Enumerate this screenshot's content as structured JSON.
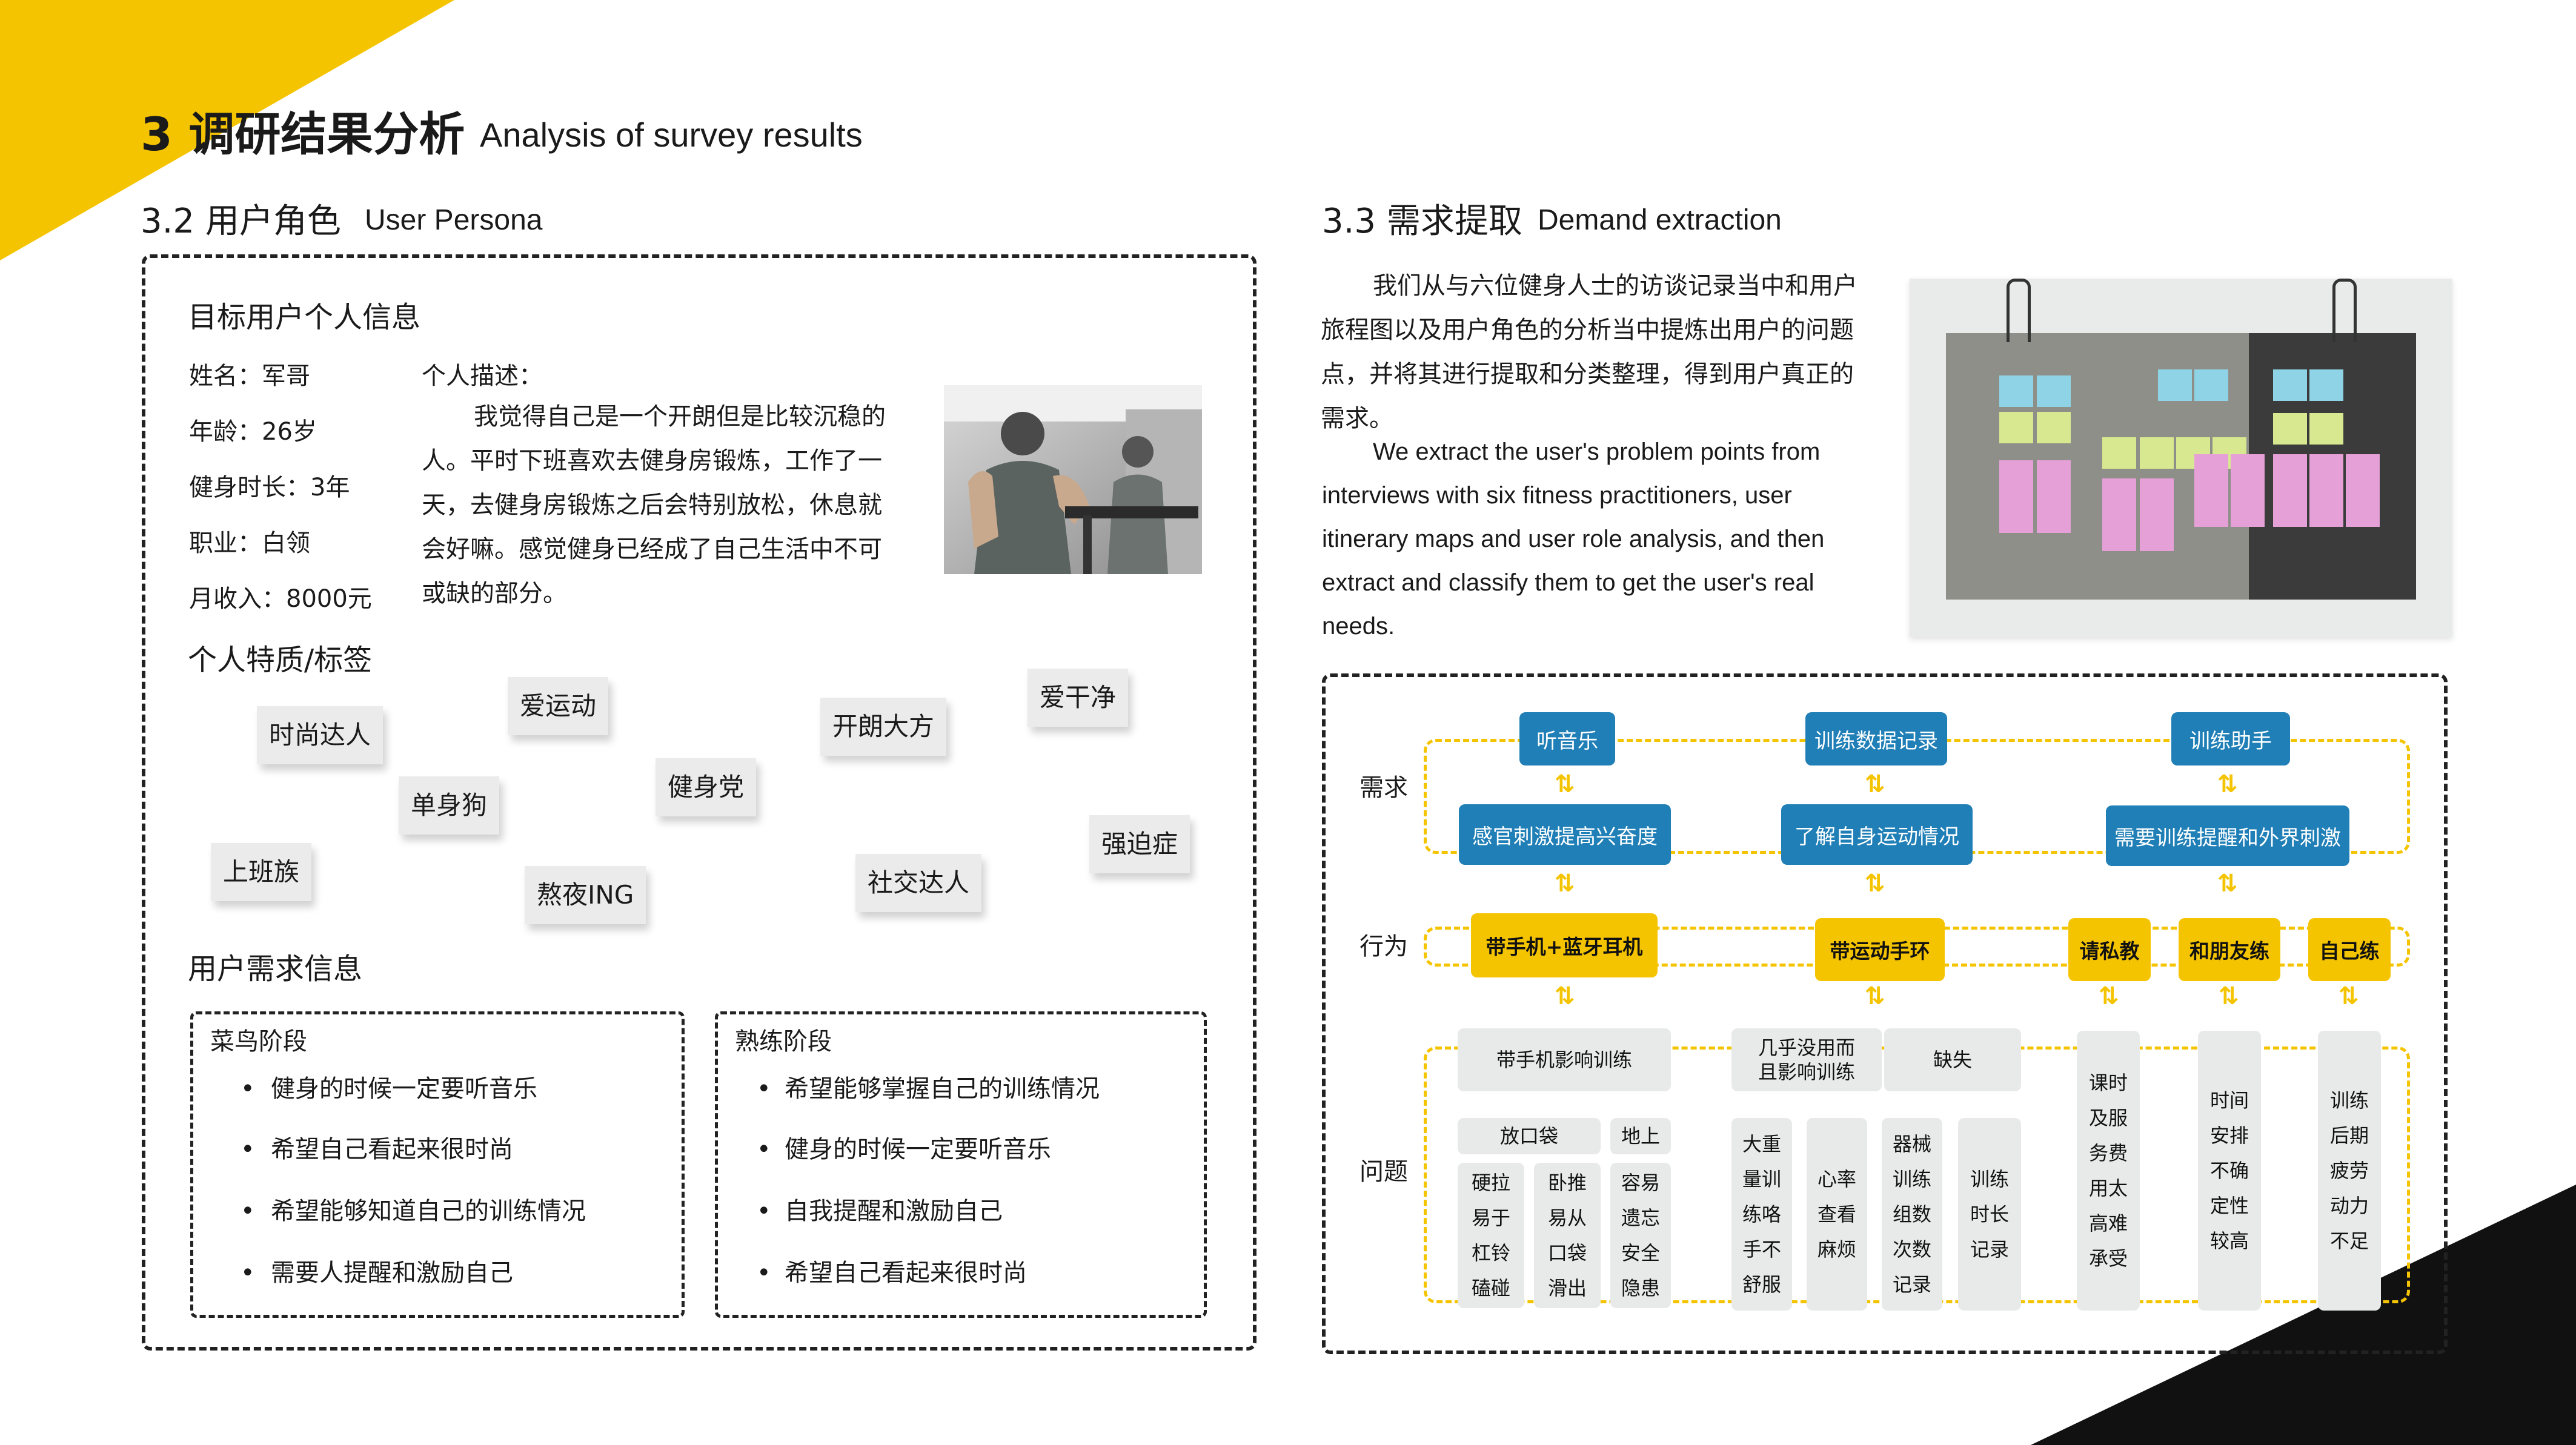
{
  "header": {
    "title_cn": "3 调研结果分析",
    "title_en": "Analysis of survey results"
  },
  "persona": {
    "title_cn": "3.2 用户角色",
    "title_en": "User Persona",
    "info_heading": "目标用户个人信息",
    "fields": [
      "姓名：军哥",
      "年龄：26岁",
      "健身时长：3年",
      "职业：白领",
      "月收入：8000元"
    ],
    "desc_label": "个人描述：",
    "desc_lines": [
      "我觉得自己是一个开朗但是比较沉稳的",
      "人。平时下班喜欢去健身房锻炼，工作了一",
      "天，去健身房锻炼之后会特别放松，休息就",
      "会好嘛。感觉健身已经成了自己生活中不可",
      "或缺的部分。"
    ],
    "traits_heading": "个人特质/标签",
    "tags": [
      "时尚达人",
      "爱运动",
      "开朗大方",
      "爱干净",
      "单身狗",
      "健身党",
      "强迫症",
      "上班族",
      "熬夜ING",
      "社交达人"
    ],
    "needs_heading": "用户需求信息",
    "stages": [
      {
        "title": "菜鸟阶段",
        "items": [
          "健身的时候一定要听音乐",
          "希望自己看起来很时尚",
          "希望能够知道自己的训练情况",
          "需要人提醒和激励自己"
        ]
      },
      {
        "title": "熟练阶段",
        "items": [
          "希望能够掌握自己的训练情况",
          "健身的时候一定要听音乐",
          "自我提醒和激励自己",
          "希望自己看起来很时尚"
        ]
      }
    ],
    "bullet": "•"
  },
  "demand": {
    "title_cn": "3.3 需求提取",
    "title_en": "Demand extraction",
    "cn_lines": [
      "我们从与六位健身人士的访谈记录当中和用户",
      "旅程图以及用户角色的分析当中提炼出用户的问题",
      "点，并将其进行提取和分类整理，得到用户真正的",
      "需求。"
    ],
    "en_lines": [
      "We extract the user's problem points from",
      "interviews with six fitness practitioners, user",
      "itinerary maps and user role analysis, and then",
      "extract and classify them to get the user's real",
      "needs."
    ],
    "row_labels": [
      "需求",
      "行为",
      "问题"
    ],
    "needs": [
      "听音乐",
      "训练数据记录",
      "训练助手"
    ],
    "needs2": [
      "感官刺激提高兴奋度",
      "了解自身运动情况",
      "需要训练提醒和外界刺激"
    ],
    "behaviors": [
      "带手机+蓝牙耳机",
      "带运动手环",
      "请私教",
      "和朋友练",
      "自己练"
    ],
    "problems_top": [
      "带手机影响训练",
      "几乎没用而\n且影响训练",
      "缺失"
    ],
    "problems_mid": [
      "放口袋",
      "地上"
    ],
    "problems_cols": [
      "硬拉\n易于\n杠铃\n磕碰",
      "卧推\n易从\n口袋\n滑出",
      "容易\n遗忘\n安全\n隐患",
      "大重\n量训\n练咯\n手不\n舒服",
      "心率\n查看\n麻烦",
      "器械\n训练\n组数\n次数\n记录",
      "训练\n时长\n记录",
      "课时\n及服\n务费\n用太\n高难\n承受",
      "时间\n安排\n不确\n定性\n较高",
      "训练\n后期\n疲劳\n动力\n不足"
    ],
    "arrow": "⇅",
    "colors": {
      "blue": "#1f7fb6",
      "yellow": "#f5c400",
      "gray": "#e8eaea"
    }
  }
}
